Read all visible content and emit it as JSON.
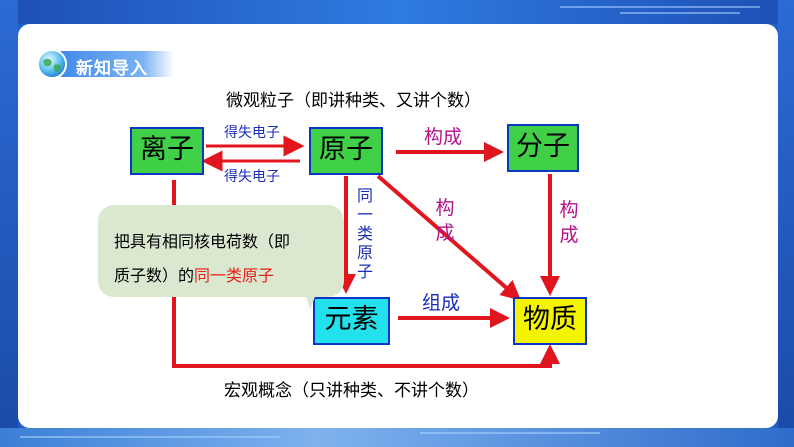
{
  "badge": {
    "title": "新知导入"
  },
  "diagram": {
    "top_caption": "微观粒子（即讲种类、又讲个数）",
    "bottom_caption": "宏观概念（只讲种类、不讲个数）",
    "nodes": {
      "ion": "离子",
      "atom": "原子",
      "molecule": "分子",
      "element": "元素",
      "substance": "物质"
    },
    "edge_labels": {
      "ion_to_atom": "得失电子",
      "atom_to_ion": "得失电子",
      "atom_to_molecule": "构成",
      "atom_to_substance": "构成",
      "molecule_to_substance": "构成",
      "atom_to_element": "同一类原子",
      "element_to_substance": "组成"
    },
    "callout": {
      "line1": "把具有相同核电荷数（即",
      "line2_prefix": "质子数）的",
      "line2_highlight": "同一类原子"
    }
  },
  "colors": {
    "node_border": "#0a36c8",
    "ion_fill": "#3fd048",
    "atom_fill": "#3fd048",
    "molecule_fill": "#3fd048",
    "element_fill": "#22e0ec",
    "substance_fill": "#f4f400",
    "arrow_red": "#e0151e",
    "highlight_red": "#e8201a"
  }
}
